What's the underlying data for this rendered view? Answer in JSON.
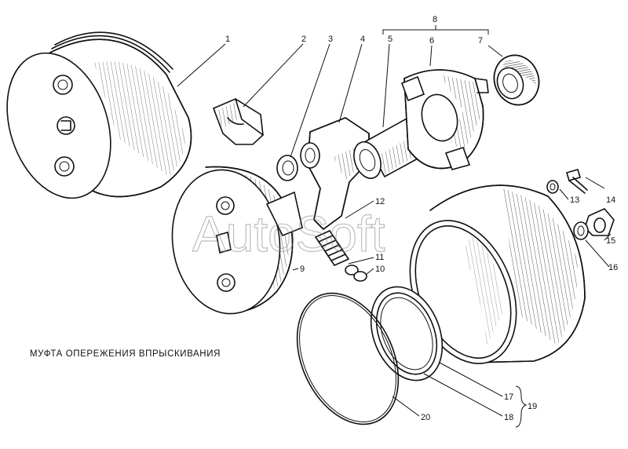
{
  "caption": "МУФТА ОПЕРЕЖЕНИЯ ВПРЫСКИВАНИЯ",
  "watermark": "AutoSoft",
  "callouts": [
    "1",
    "2",
    "3",
    "4",
    "5",
    "6",
    "7",
    "8",
    "9",
    "10",
    "11",
    "12",
    "13",
    "14",
    "15",
    "16",
    "17",
    "18",
    "19",
    "20"
  ]
}
